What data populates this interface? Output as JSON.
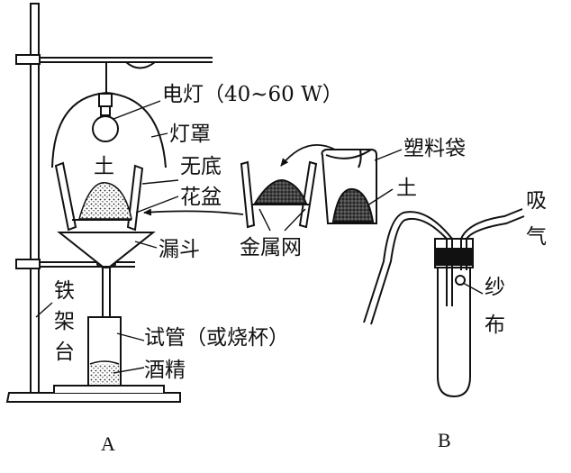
{
  "apparatus_a": {
    "label_lamp": "电灯（40~60 W）",
    "label_shade": "灯罩",
    "label_soil": "土",
    "label_pot_1": "无底",
    "label_pot_2": "花盆",
    "label_funnel": "漏斗",
    "label_mesh": "金属网",
    "label_tube": "试管（或烧杯）",
    "label_alcohol": "酒精",
    "label_stand_1": "铁",
    "label_stand_2": "架",
    "label_stand_3": "台",
    "label_bag": "塑料袋",
    "label_bag_soil": "土",
    "caption": "A"
  },
  "apparatus_b": {
    "label_suck_1": "吸",
    "label_suck_2": "气",
    "label_gauze_1": "纱",
    "label_gauze_2": "布",
    "caption": "B"
  }
}
